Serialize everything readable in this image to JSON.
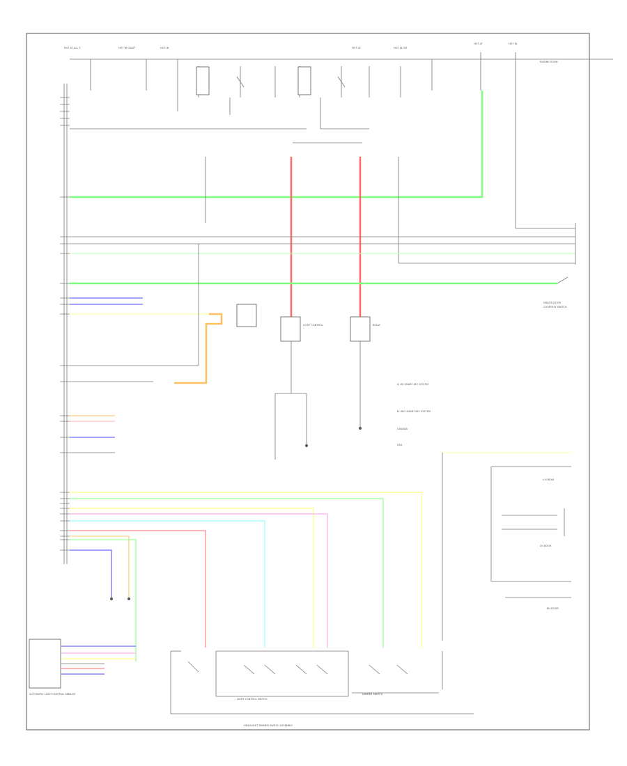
{
  "diagram": {
    "title": "",
    "footer_code": "",
    "colors": {
      "green": "#7dff7d",
      "red": "#ff6b6b",
      "blue": "#4a4aff",
      "yellow": "#ffff66",
      "pink": "#ff99ee",
      "cyan": "#88ffff",
      "orange": "#ffc060",
      "wire": "#888888",
      "frame": "#555555"
    },
    "labels": {
      "bottom_main": "HEADLIGHT DIMMER SWITCH ASSEMBLY",
      "left_bottom_module": "AUTOMATIC LIGHT CONTROL SENSOR",
      "legend_a": "CANADA",
      "legend_b": "USA"
    }
  }
}
